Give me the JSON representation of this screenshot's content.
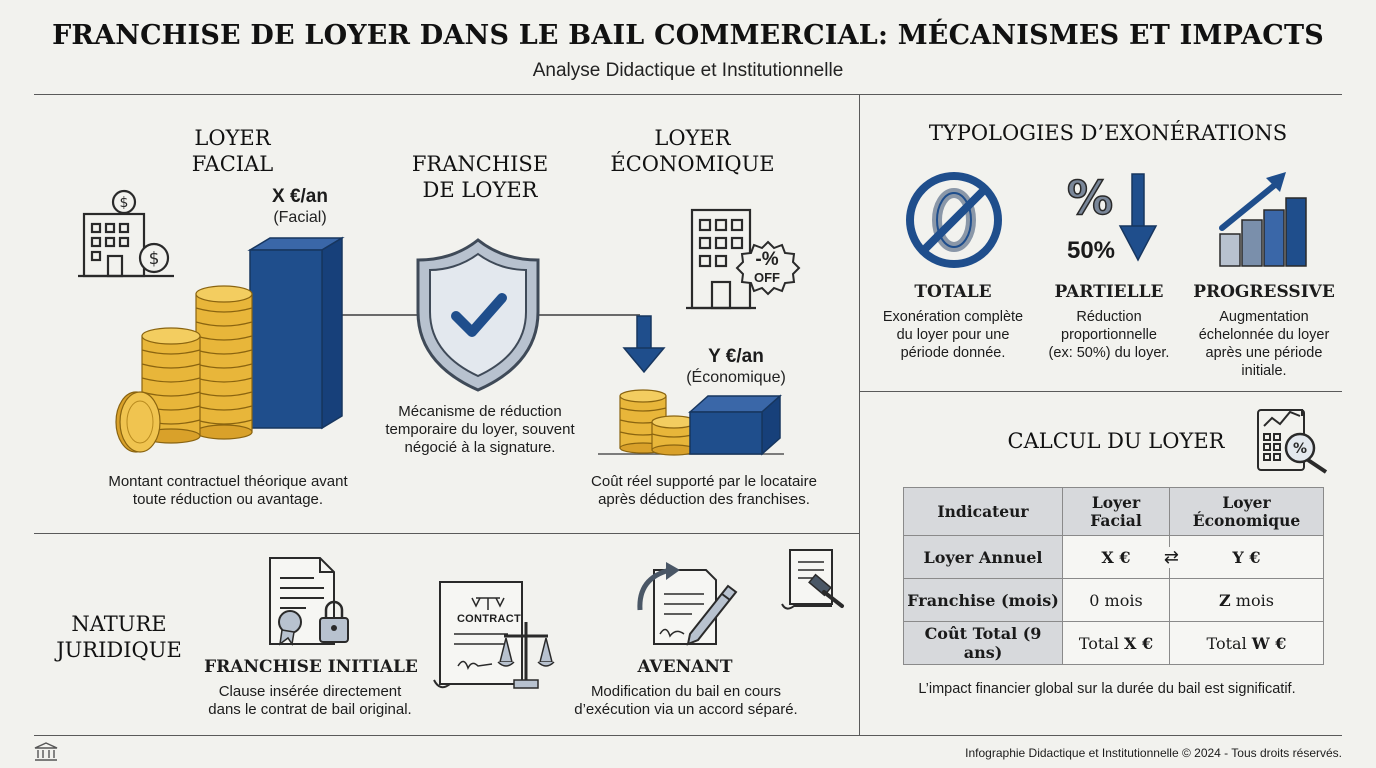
{
  "header": {
    "title": "FRANCHISE DE LOYER DANS LE BAIL COMMERCIAL: MÉCANISMES ET IMPACTS",
    "subtitle": "Analyse Didactique et Institutionnelle"
  },
  "mechanism": {
    "facial": {
      "heading_line1": "LOYER",
      "heading_line2": "FACIAL",
      "value": "X €/an",
      "value_sub": "(Facial)",
      "description_line1": "Montant contractuel théorique avant",
      "description_line2": "toute réduction ou avantage."
    },
    "franchise": {
      "heading_line1": "FRANCHISE",
      "heading_line2": "DE LOYER",
      "description_line1": "Mécanisme de réduction",
      "description_line2": "temporaire du loyer, souvent",
      "description_line3": "négocié à la signature."
    },
    "economique": {
      "heading_line1": "LOYER",
      "heading_line2": "ÉCONOMIQUE",
      "value": "Y €/an",
      "value_sub": "(Économique)",
      "badge_line1": "-%",
      "badge_line2": "OFF",
      "description_line1": "Coût réel supporté par le locataire",
      "description_line2": "après déduction des franchises."
    }
  },
  "typologies": {
    "heading": "TYPOLOGIES D’EXONÉRATIONS",
    "items": [
      {
        "name": "TOTALE",
        "icon": "zero-prohibited-icon",
        "description_line1": "Exonération complète",
        "description_line2": "du loyer pour une",
        "description_line3": "période donnée."
      },
      {
        "name": "PARTIELLE",
        "icon": "percent-down-icon",
        "icon_text": "50%",
        "description_line1": "Réduction",
        "description_line2": "proportionnelle",
        "description_line3": "(ex: 50%) du loyer."
      },
      {
        "name": "PROGRESSIVE",
        "icon": "rising-bars-icon",
        "description_line1": "Augmentation",
        "description_line2": "échelonnée du loyer",
        "description_line3": "après une période",
        "description_line4": "initiale."
      }
    ]
  },
  "calcul": {
    "heading": "CALCUL DU LOYER",
    "table": {
      "col0": "Indicateur",
      "col1_line1": "Loyer",
      "col1_line2": "Facial",
      "col2_line1": "Loyer",
      "col2_line2": "Économique",
      "rows": [
        {
          "label": "Loyer Annuel",
          "facial": "X €",
          "exchange": "⇄",
          "economique": "Y €"
        },
        {
          "label": "Franchise (mois)",
          "facial": "0 mois",
          "economique_em": "Z",
          "economique": " mois"
        },
        {
          "label": "Coût Total (9 ans)",
          "facial": "Total ",
          "facial_em": "X €",
          "economique": "Total ",
          "economique_em": "W €"
        }
      ]
    },
    "note": "L’impact financier global sur la durée du bail est significatif."
  },
  "nature": {
    "heading_line1": "NATURE",
    "heading_line2": "JURIDIQUE",
    "initiale": {
      "title": "FRANCHISE INITIALE",
      "description_line1": "Clause insérée directement",
      "description_line2": "dans le contrat de bail original."
    },
    "contract_label": "CONTRACT",
    "avenant": {
      "title": "AVENANT",
      "description_line1": "Modification du bail en cours",
      "description_line2": "d’exécution via un accord séparé."
    }
  },
  "footer": {
    "copyright": "Infographie Didactique et Institutionnelle © 2024 - Tous droits réservés."
  },
  "colors": {
    "navy": "#1f4e8c",
    "gold": "#e8b63a",
    "shield": "#b8c2cf",
    "background": "#f2f2ee"
  }
}
